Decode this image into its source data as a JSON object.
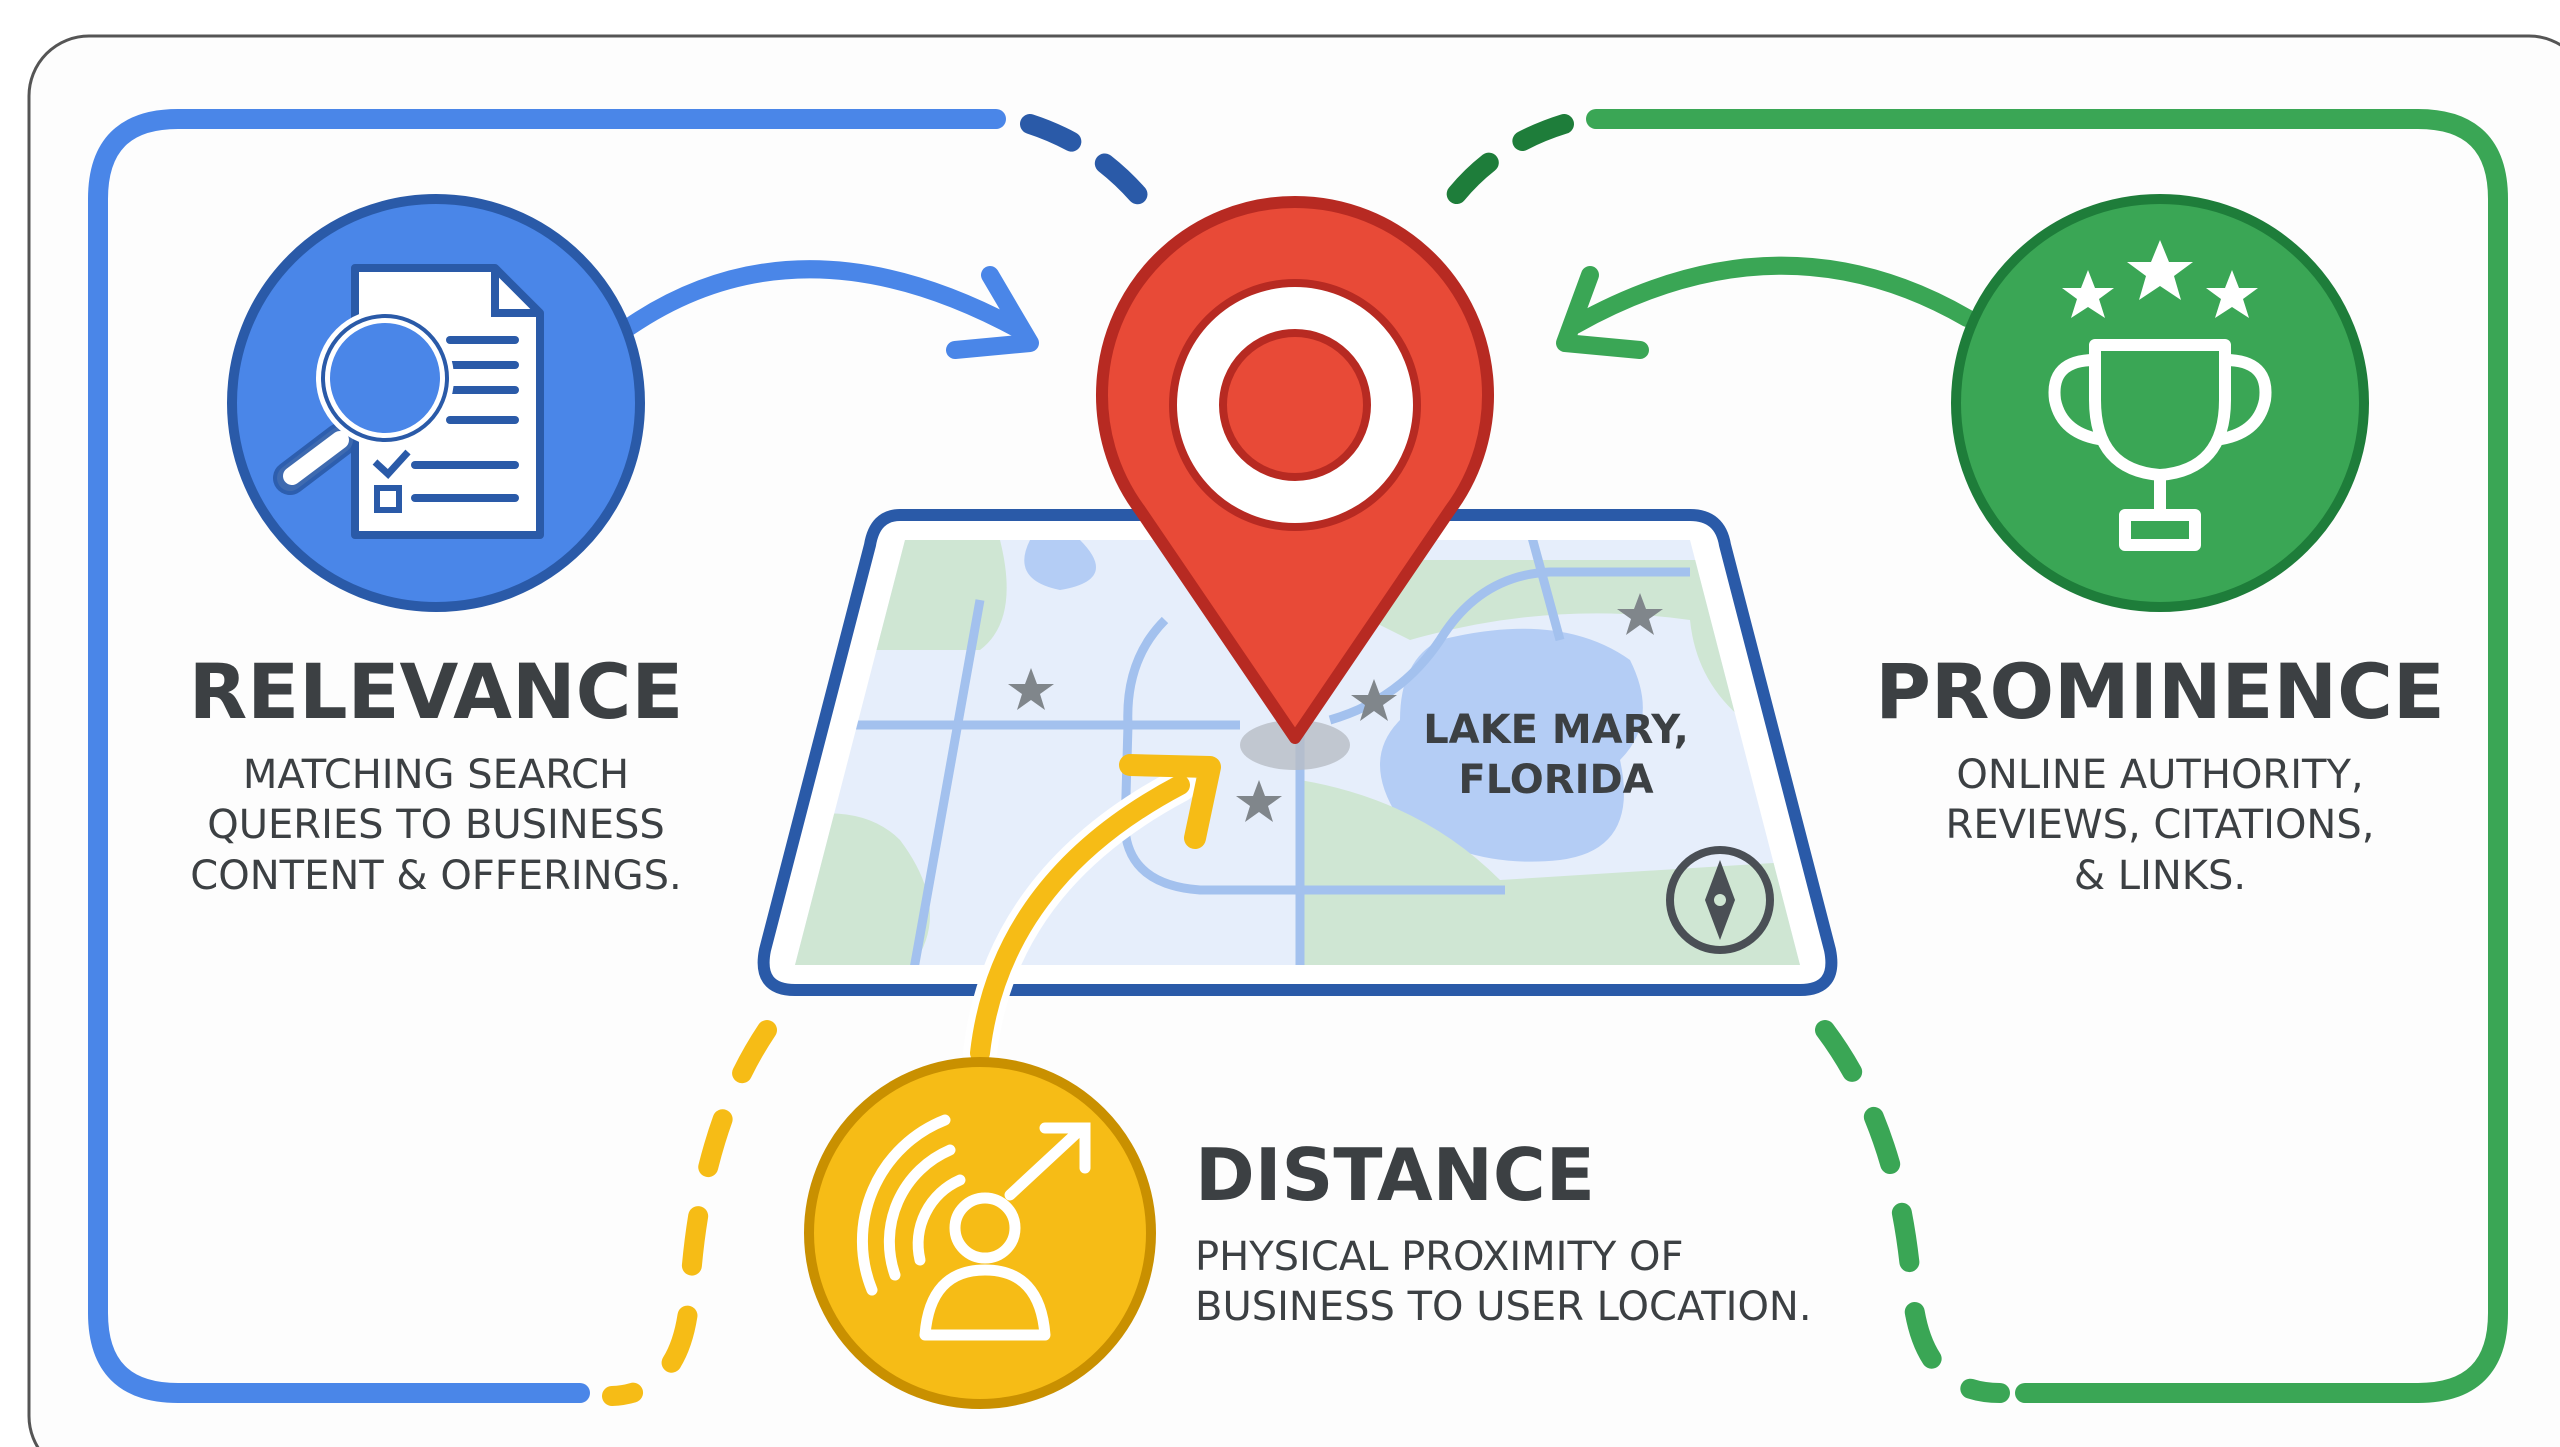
{
  "colors": {
    "blue": "#4a86e8",
    "blue_dark": "#2a5aa8",
    "green": "#3aa655",
    "green_dark": "#1e7d3a",
    "yellow": "#f6bc16",
    "red": "#e84a37",
    "text": "#3c4043"
  },
  "relevance": {
    "title": "RELEVANCE",
    "lines": [
      "MATCHING SEARCH",
      "QUERIES TO BUSINESS",
      "CONTENT & OFFERINGS."
    ],
    "icon": "document-magnifier-icon"
  },
  "prominence": {
    "title": "PROMINENCE",
    "lines": [
      "ONLINE AUTHORITY,",
      "REVIEWS, CITATIONS,",
      "& LINKS."
    ],
    "icon": "trophy-stars-icon"
  },
  "distance": {
    "title": "DISTANCE",
    "lines": [
      "PHYSICAL PROXIMITY OF",
      "BUSINESS TO USER LOCATION."
    ],
    "icon": "user-location-signal-icon"
  },
  "map": {
    "label_lines": [
      "LAKE MARY,",
      "FLORIDA"
    ],
    "icon": "map-pin-icon"
  }
}
